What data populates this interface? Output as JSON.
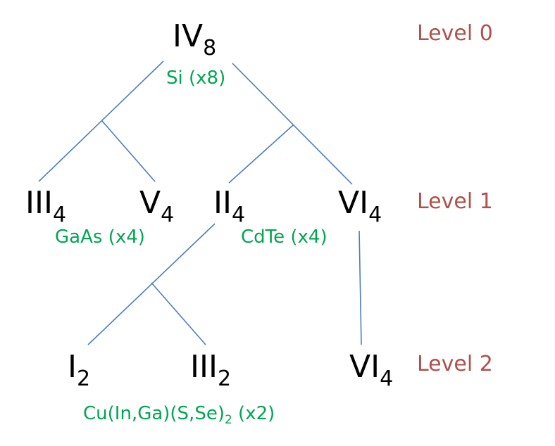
{
  "colors": {
    "node_text": "#000000",
    "compound_text": "#00A651",
    "level_text": "#B0504A",
    "edge": "#4A7EBB"
  },
  "levels": [
    "Level 0",
    "Level 1",
    "Level 2"
  ],
  "nodes": {
    "iv8": {
      "base": "IV",
      "sub": "8"
    },
    "iii4": {
      "base": "III",
      "sub": "4"
    },
    "v4": {
      "base": "V",
      "sub": "4"
    },
    "ii4": {
      "base": "II",
      "sub": "4"
    },
    "vi4_l1": {
      "base": "VI",
      "sub": "4"
    },
    "i2": {
      "base": "I",
      "sub": "2"
    },
    "iii2": {
      "base": "III",
      "sub": "2"
    },
    "vi4_l2": {
      "base": "VI",
      "sub": "4"
    }
  },
  "compounds": {
    "si": "Si (x8)",
    "gaas": "GaAs (x4)",
    "cdte": "CdTe (x4)",
    "cigs": {
      "prefix": "Cu(In,Ga)(S,Se)",
      "sub": "2",
      "suffix": " (x2)"
    }
  }
}
